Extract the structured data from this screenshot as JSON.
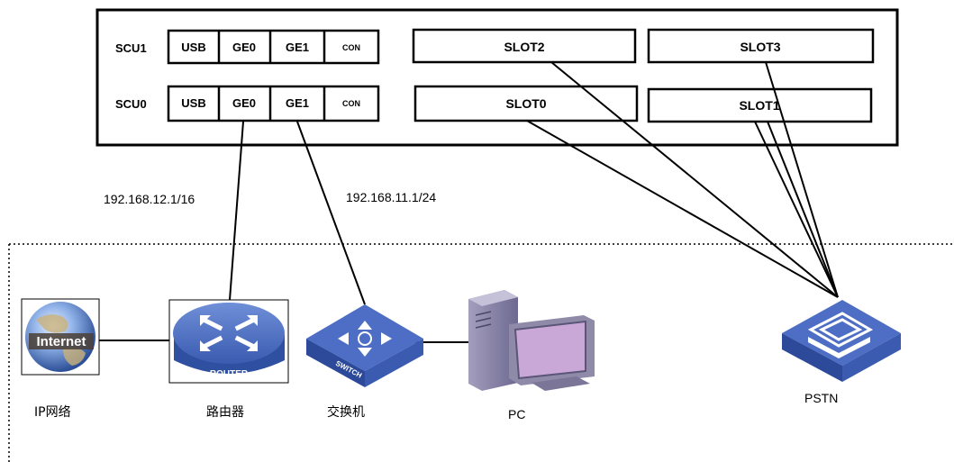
{
  "chassis": {
    "rows": [
      {
        "name": "SCU1",
        "ports": [
          "USB",
          "GE0",
          "GE1",
          "CON"
        ]
      },
      {
        "name": "SCU0",
        "ports": [
          "USB",
          "GE0",
          "GE1",
          "CON"
        ]
      }
    ],
    "slots": [
      "SLOT2",
      "SLOT3",
      "SLOT0",
      "SLOT1"
    ]
  },
  "links": {
    "ge0_ip": "192.168.12.1/16",
    "ge1_ip": "192.168.11.1/24"
  },
  "devices": {
    "internet_label": "IP网络",
    "internet_icon_text": "Internet",
    "router_label": "路由器",
    "router_icon_text": "ROUTER",
    "switch_label": "交换机",
    "switch_icon_text": "SWITCH",
    "pc_label": "PC",
    "pstn_label": "PSTN"
  },
  "colors": {
    "device_blue": "#2f4fa0",
    "device_blue_light": "#5b7fd0",
    "pc_gray": "#8e8aa8"
  }
}
